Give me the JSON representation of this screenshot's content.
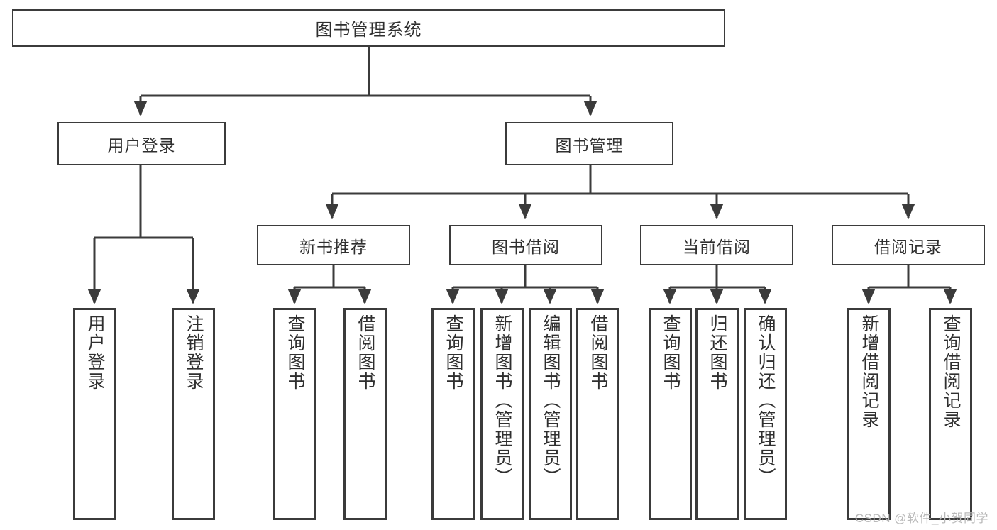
{
  "diagram": {
    "title": "图书管理系统",
    "type": "tree-hierarchy-chart",
    "root": {
      "id": "root",
      "label": "图书管理系统"
    },
    "level1": [
      {
        "id": "user-login",
        "label": "用户登录"
      },
      {
        "id": "book-manage",
        "label": "图书管理"
      }
    ],
    "level2": [
      {
        "id": "new-book-rec",
        "label": "新书推荐",
        "parent": "book-manage"
      },
      {
        "id": "book-borrow",
        "label": "图书借阅",
        "parent": "book-manage"
      },
      {
        "id": "current-borrow",
        "label": "当前借阅",
        "parent": "book-manage"
      },
      {
        "id": "borrow-record",
        "label": "借阅记录",
        "parent": "book-manage"
      }
    ],
    "leaves": [
      {
        "id": "leaf-user-login",
        "label": "用户登录",
        "parent": "user-login"
      },
      {
        "id": "leaf-logout",
        "label": "注销登录",
        "parent": "user-login"
      },
      {
        "id": "leaf-query-book-1",
        "label": "查询图书",
        "parent": "new-book-rec"
      },
      {
        "id": "leaf-borrow-book-1",
        "label": "借阅图书",
        "parent": "new-book-rec"
      },
      {
        "id": "leaf-query-book-2",
        "label": "查询图书",
        "parent": "book-borrow"
      },
      {
        "id": "leaf-add-book",
        "label": "新增图书（管理员）",
        "parent": "book-borrow"
      },
      {
        "id": "leaf-edit-book",
        "label": "编辑图书（管理员）",
        "parent": "book-borrow"
      },
      {
        "id": "leaf-borrow-book-2",
        "label": "借阅图书",
        "parent": "book-borrow"
      },
      {
        "id": "leaf-query-book-3",
        "label": "查询图书",
        "parent": "current-borrow"
      },
      {
        "id": "leaf-return-book",
        "label": "归还图书",
        "parent": "current-borrow"
      },
      {
        "id": "leaf-confirm-return",
        "label": "确认归还（管理员）",
        "parent": "current-borrow"
      },
      {
        "id": "leaf-add-record",
        "label": "新增借阅记录",
        "parent": "borrow-record"
      },
      {
        "id": "leaf-query-record",
        "label": "查询借阅记录",
        "parent": "borrow-record"
      }
    ],
    "watermark": "CSDN @软件_小贺同学",
    "colors": {
      "stroke": "#3b3b3b",
      "text": "#2f2f2f",
      "background": "#ffffff",
      "watermark": "#b9b9b9"
    }
  }
}
